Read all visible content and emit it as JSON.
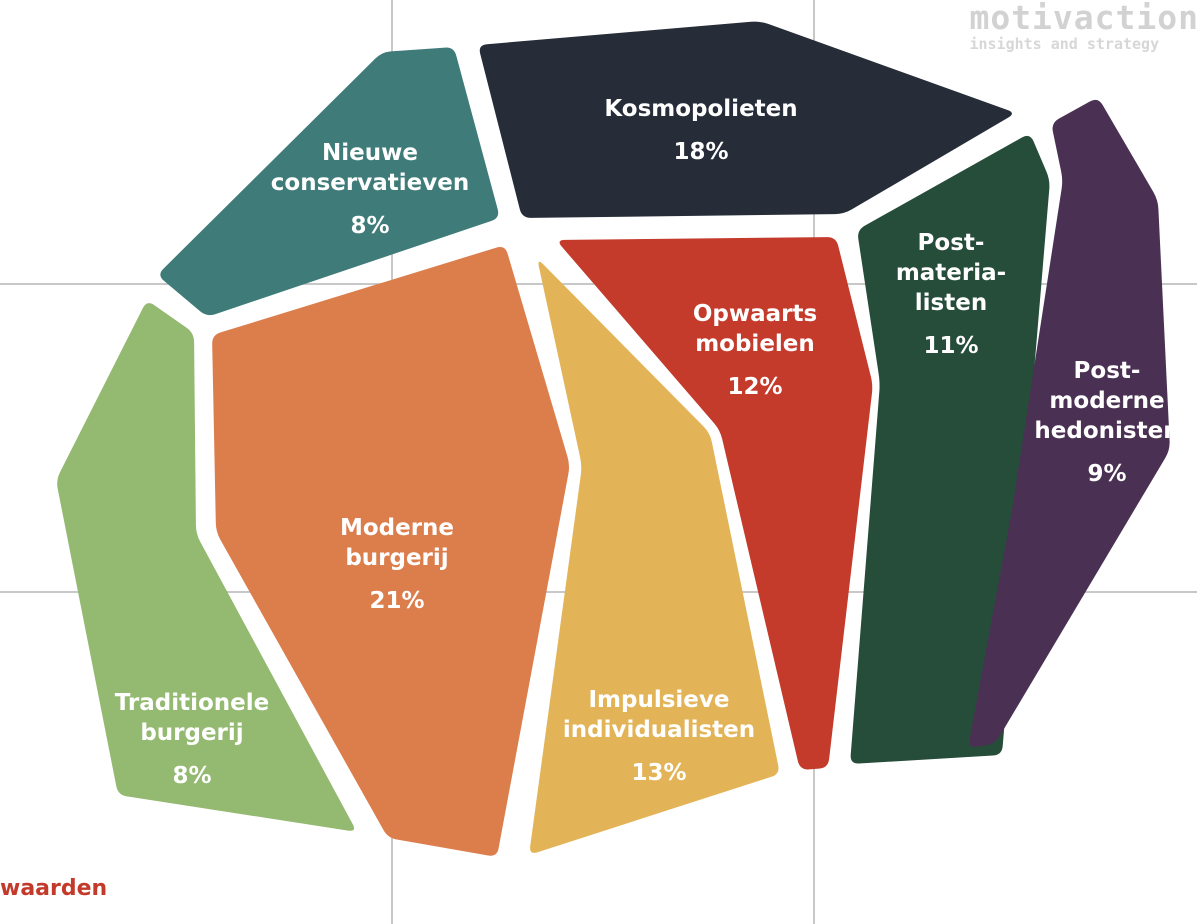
{
  "brand": {
    "name": "motivaction",
    "tagline": "insights and strategy"
  },
  "axis_fragment": "waarden",
  "segments": [
    {
      "label_lines": [
        "Nieuwe",
        "conservatieven"
      ],
      "percentage": "8%",
      "color": "#3f7b78"
    },
    {
      "label_lines": [
        "Kosmopolieten"
      ],
      "percentage": "18%",
      "color": "#262d38"
    },
    {
      "label_lines": [
        "Traditionele",
        "burgerij"
      ],
      "percentage": "8%",
      "color": "#94b971"
    },
    {
      "label_lines": [
        "Moderne",
        "burgerij"
      ],
      "percentage": "21%",
      "color": "#dc7d4c"
    },
    {
      "label_lines": [
        "Impulsieve",
        "individualisten"
      ],
      "percentage": "13%",
      "color": "#e3b457"
    },
    {
      "label_lines": [
        "Opwaarts",
        "mobielen"
      ],
      "percentage": "12%",
      "color": "#c43a2b"
    },
    {
      "label_lines": [
        "Post-",
        "materia-",
        "listen"
      ],
      "percentage": "11%",
      "color": "#264c3a"
    },
    {
      "label_lines": [
        "Post-",
        "moderne",
        "hedonisten"
      ],
      "percentage": "9%",
      "color": "#4a3153"
    }
  ]
}
